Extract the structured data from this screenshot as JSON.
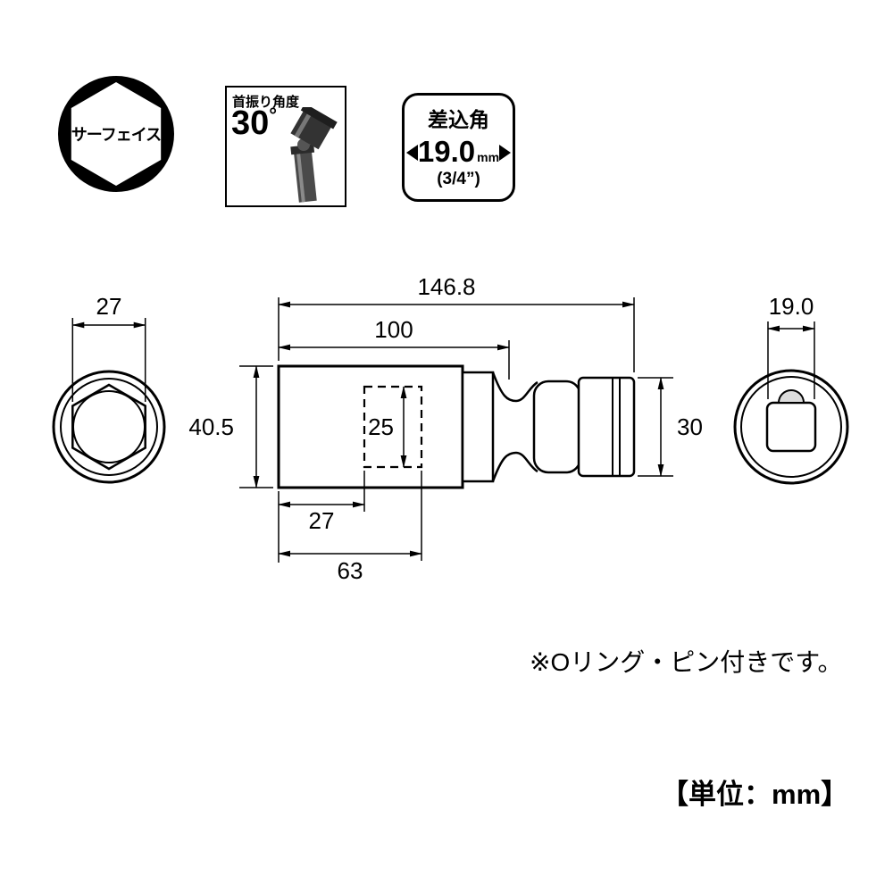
{
  "surface_badge": {
    "label": "サーフェイス"
  },
  "swing_badge": {
    "title": "首振り角度",
    "value": "30",
    "unit": "°"
  },
  "drive_badge": {
    "title": "差込角",
    "value": "19.0",
    "unit": "mm",
    "fraction": "(3/4”)"
  },
  "dims": {
    "front_width": "27",
    "total_length": "146.8",
    "upper_length": "100",
    "body_diameter": "40.5",
    "bore_diameter": "25",
    "bore_depth": "27",
    "body_length": "63",
    "drive_diameter": "30",
    "drive_size": "19.0"
  },
  "notes": {
    "oring": "※Oリング・ピン付きです。",
    "unit": "【単位：mm】"
  },
  "colors": {
    "line": "#000000",
    "illustration_dark": "#3a3a3a",
    "pin_fill": "#dcdcdc"
  }
}
